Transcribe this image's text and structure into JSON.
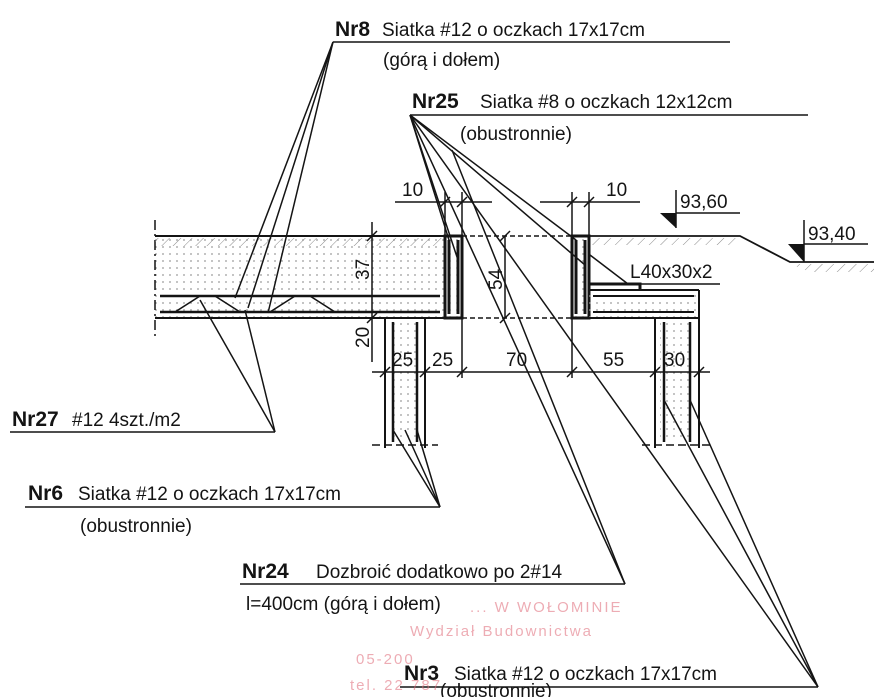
{
  "labels": {
    "nr8": {
      "code": "Nr8",
      "text": "Siatka #12 o oczkach 17x17cm",
      "sub": "(górą i dołem)"
    },
    "nr25": {
      "code": "Nr25",
      "text": "Siatka #8 o oczkach 12x12cm",
      "sub": "(obustronnie)"
    },
    "nr27": {
      "code": "Nr27",
      "text": "#12 4szt./m2"
    },
    "nr6": {
      "code": "Nr6",
      "text": "Siatka #12 o oczkach 17x17cm",
      "sub": "(obustronnie)"
    },
    "nr24": {
      "code": "Nr24",
      "text": "Dozbroić dodatkowo po 2#14",
      "sub": "l=400cm (górą i dołem)"
    },
    "nr3": {
      "code": "Nr3",
      "text": "Siatka #12 o oczkach 17x17cm",
      "sub": "(obustronnie)"
    }
  },
  "levels": {
    "level_left": "93,60",
    "level_right": "93,40"
  },
  "profile": "L40x30x2",
  "dimensions": {
    "d10a": "10",
    "d10b": "10",
    "d37": "37",
    "d54": "54",
    "d20": "20",
    "d25a": "25",
    "d25b": "25",
    "d70": "70",
    "d55": "55",
    "d30": "30"
  },
  "stamp": {
    "line1": "... W WOŁOMINIE",
    "line2": "Wydział Budownictwa",
    "line3": "05-200",
    "line4": "tel. 22 787"
  },
  "colors": {
    "ink": "#141414",
    "stamp": "#e06a78"
  }
}
